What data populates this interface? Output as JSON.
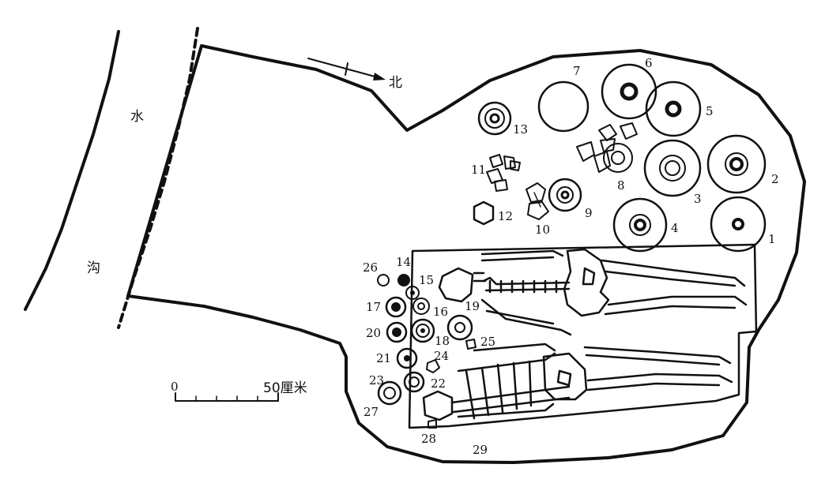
{
  "north_label": "北",
  "ditch_label_top": "水",
  "ditch_label_bottom": "沟",
  "scale": {
    "start": "0",
    "end": "50厘米"
  },
  "objects": [
    "1",
    "2",
    "3",
    "4",
    "5",
    "6",
    "7",
    "8",
    "9",
    "10",
    "11",
    "12",
    "13",
    "14",
    "15",
    "16",
    "17",
    "18",
    "19",
    "20",
    "21",
    "22",
    "23",
    "24",
    "25",
    "26",
    "27",
    "28",
    "29"
  ]
}
